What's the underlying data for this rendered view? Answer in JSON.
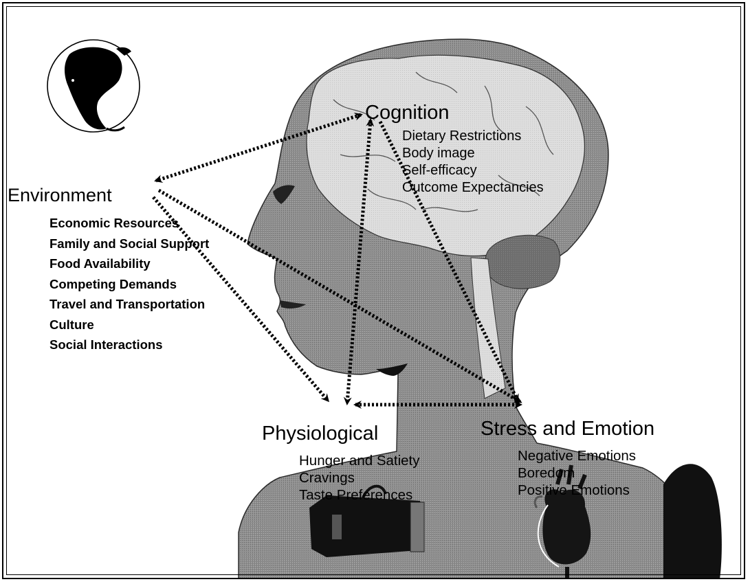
{
  "diagram": {
    "cognition": {
      "title": "Cognition",
      "items": [
        "Dietary Restrictions",
        "Body image",
        "Self-efficacy",
        "Outcome Expectancies"
      ]
    },
    "environment": {
      "title": "Environment",
      "items": [
        "Economic Resources",
        "Family and Social Support",
        "Food Availability",
        "Competing Demands",
        "Travel and Transportation",
        "Culture",
        "Social Interactions"
      ]
    },
    "physiological": {
      "title": "Physiological",
      "items": [
        "Hunger and Satiety",
        "Cravings",
        "Taste Preferences"
      ]
    },
    "stress": {
      "title": "Stress and Emotion",
      "items": [
        "Negative Emotions",
        "Boredom",
        "Positive Emotions"
      ]
    }
  },
  "icons": [
    "globe-icon",
    "brain-illustration",
    "head-silhouette",
    "stomach-icon",
    "heart-icon"
  ],
  "colors": {
    "head_fill": "#8f8f8f",
    "brain_fill": "#dcdcdc",
    "arrow": "#000000"
  }
}
